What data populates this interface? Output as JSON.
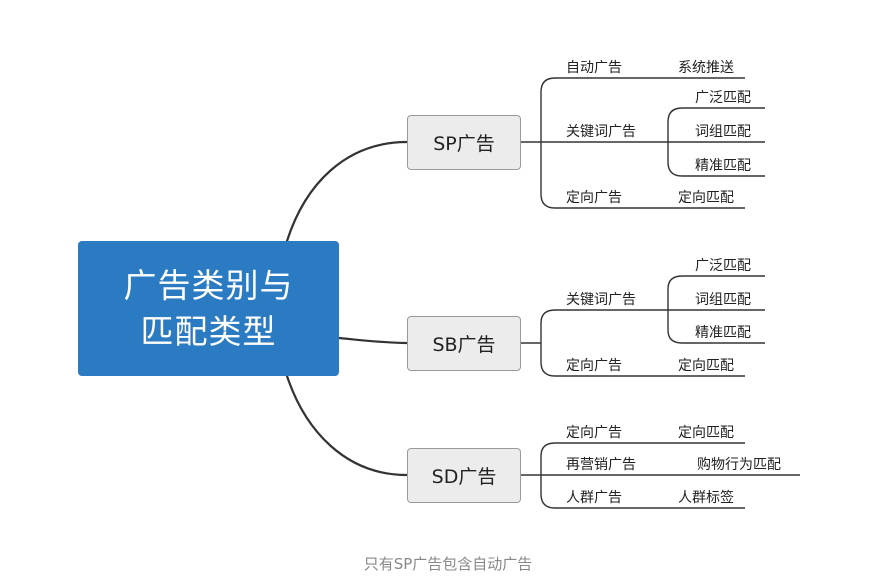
{
  "root": {
    "line1": "广告类别与",
    "line2": "匹配类型"
  },
  "branches": {
    "sp": {
      "label": "SP广告",
      "auto": {
        "label": "自动广告",
        "child": "系统推送"
      },
      "keyword": {
        "label": "关键词广告",
        "children": [
          "广泛匹配",
          "词组匹配",
          "精准匹配"
        ]
      },
      "targeting": {
        "label": "定向广告",
        "child": "定向匹配"
      }
    },
    "sb": {
      "label": "SB广告",
      "keyword": {
        "label": "关键词广告",
        "children": [
          "广泛匹配",
          "词组匹配",
          "精准匹配"
        ]
      },
      "targeting": {
        "label": "定向广告",
        "child": "定向匹配"
      }
    },
    "sd": {
      "label": "SD广告",
      "targeting": {
        "label": "定向广告",
        "child": "定向匹配"
      },
      "remarketing": {
        "label": "再营销广告",
        "child": "购物行为匹配"
      },
      "audience": {
        "label": "人群广告",
        "child": "人群标签"
      }
    }
  },
  "caption": "只有SP广告包含自动广告",
  "colors": {
    "root": "#2b7bc3",
    "branch_fill": "#ececec",
    "line": "#333333"
  }
}
